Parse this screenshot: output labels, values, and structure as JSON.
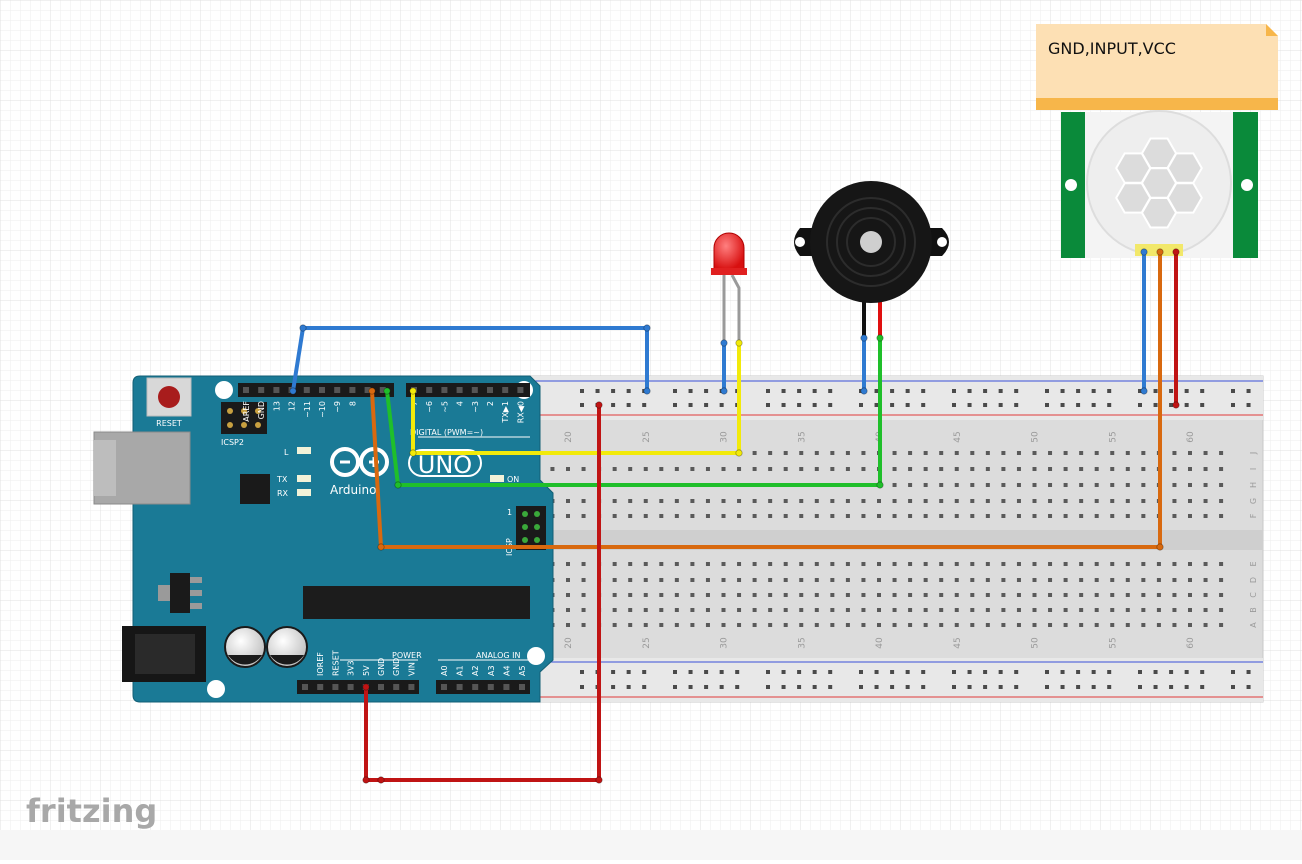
{
  "note": {
    "text": "GND,INPUT,VCC"
  },
  "watermark": {
    "text": "fritzing"
  },
  "arduino": {
    "logo_brand": "Arduino",
    "logo_model": "UNO",
    "reset_label": "RESET",
    "icsp2_label": "ICSP2",
    "icsp_label": "ICSP",
    "led_l": "L",
    "led_tx": "TX",
    "led_rx": "RX",
    "led_on": "ON",
    "digital_label": "DIGITAL (PWM=~)",
    "power_label": "POWER",
    "analog_label": "ANALOG IN",
    "isp_pin1": "1",
    "top_pins": [
      "AREF",
      "GND",
      "13",
      "12",
      "~11",
      "~10",
      "~9",
      "8",
      "7",
      "~6",
      "~5",
      "4",
      "~3",
      "2",
      "TX▶1",
      "RX◀0"
    ],
    "power_pins": [
      "IOREF",
      "RESET",
      "3V3",
      "5V",
      "GND",
      "GND",
      "VIN"
    ],
    "analog_pins": [
      "A0",
      "A1",
      "A2",
      "A3",
      "A4",
      "A5"
    ]
  },
  "breadboard": {
    "column_numbers": [
      "20",
      "25",
      "30",
      "35",
      "40",
      "45",
      "50",
      "55",
      "60"
    ],
    "row_letters_top": [
      "J",
      "I",
      "H",
      "G",
      "F"
    ],
    "row_letters_bottom": [
      "E",
      "D",
      "C",
      "B",
      "A"
    ]
  },
  "colors": {
    "board": "#1a7a96",
    "wire_blue": "#2f7ad1",
    "wire_yellow": "#f2ea0a",
    "wire_green": "#1fbf2a",
    "wire_orange": "#d8690f",
    "wire_red": "#c01414",
    "note_bg": "#fde0b4",
    "note_bar": "#f7b64a",
    "pir_green": "#0a8a3a"
  }
}
